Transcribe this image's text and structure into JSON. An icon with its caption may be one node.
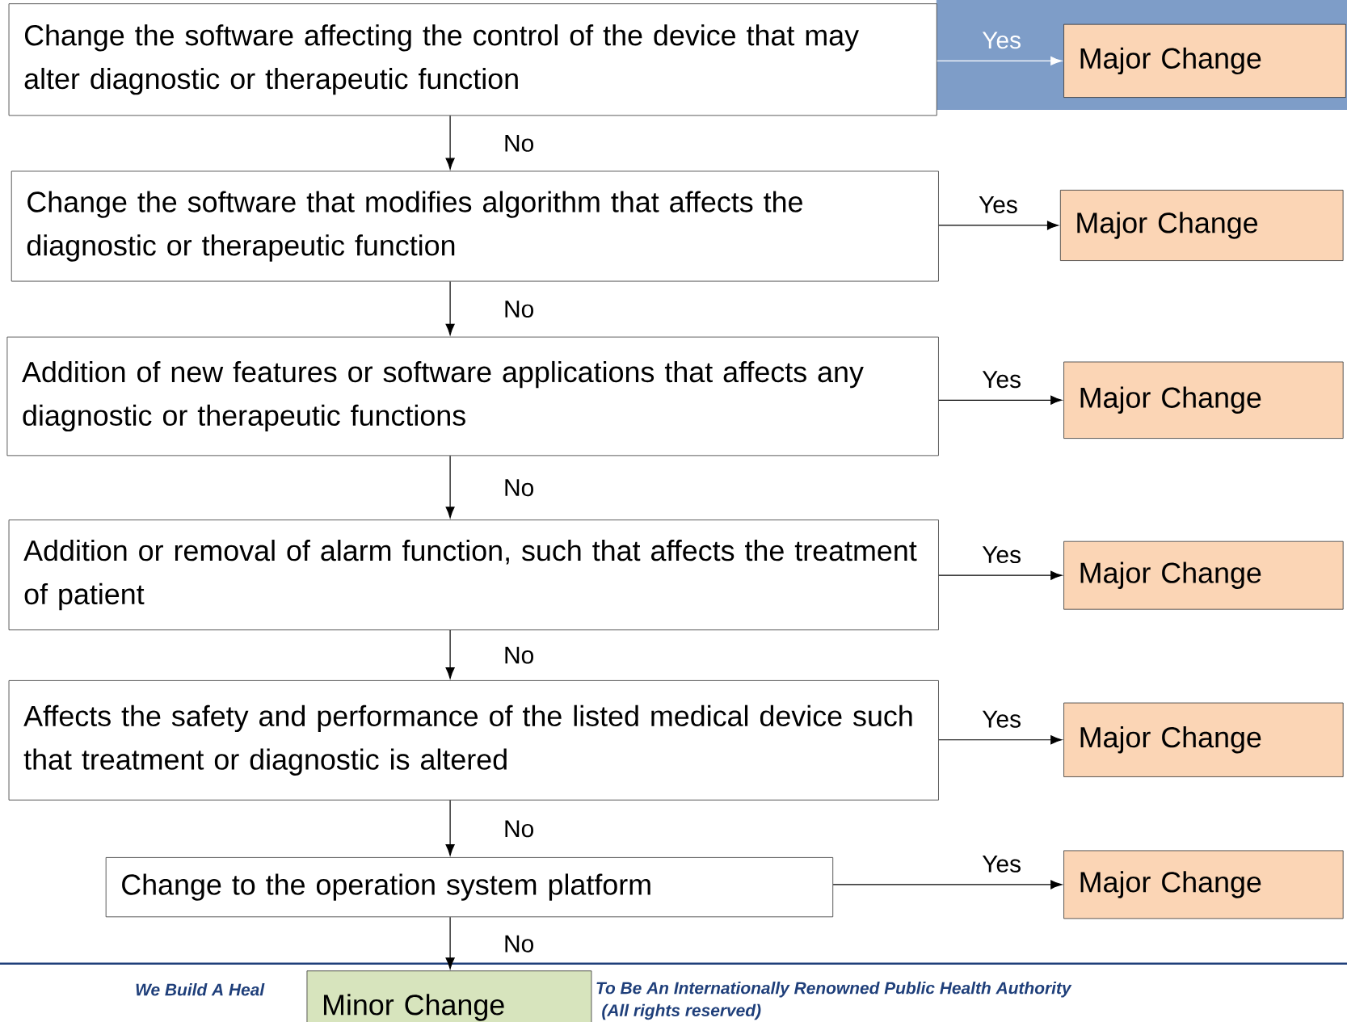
{
  "diagram": {
    "nodes": [
      {
        "text": [
          "Change the software affecting the control of the device that may alter diagnostic or therapeutic function"
        ]
      },
      {
        "text": [
          "Major Change"
        ]
      },
      {
        "text": [
          "Change the software that modifies algorithm that affects the diagnostic or therapeutic function"
        ]
      },
      {
        "text": [
          "Major Change"
        ]
      },
      {
        "text": [
          "Addition of new features or software applications that affects any diagnostic or therapeutic functions"
        ]
      },
      {
        "text": [
          "Major Change"
        ]
      },
      {
        "text": [
          "Addition or removal of alarm function, such that affects the treatment of patient"
        ]
      },
      {
        "text": [
          "Major Change"
        ]
      },
      {
        "text": [
          "Affects the safety and performance of the listed medical device such that treatment or diagnostic is altered"
        ]
      },
      {
        "text": [
          "Major Change"
        ]
      },
      {
        "text": [
          "Change to the operation system platform"
        ]
      },
      {
        "text": [
          "Major Change"
        ]
      },
      {
        "text": [
          "Minor Change"
        ]
      }
    ],
    "edges": [
      {
        "from": 0,
        "to": 1,
        "arrow": "to",
        "label": "Yes",
        "color": "#ffffff"
      },
      {
        "from": 0,
        "to": 2,
        "arrow": "to",
        "label": "No"
      },
      {
        "from": 2,
        "to": 3,
        "arrow": "to",
        "label": "Yes"
      },
      {
        "from": 2,
        "to": 4,
        "arrow": "to",
        "label": "No"
      },
      {
        "from": 4,
        "to": 5,
        "arrow": "to",
        "label": "Yes"
      },
      {
        "from": 4,
        "to": 6,
        "arrow": "to",
        "label": "No"
      },
      {
        "from": 6,
        "to": 7,
        "arrow": "to",
        "label": "Yes"
      },
      {
        "from": 6,
        "to": 8,
        "arrow": "to",
        "label": "No"
      },
      {
        "from": 8,
        "to": 9,
        "arrow": "to",
        "label": "Yes"
      },
      {
        "from": 8,
        "to": 10,
        "arrow": "to",
        "label": "No"
      },
      {
        "from": 10,
        "to": 11,
        "arrow": "to",
        "label": "Yes"
      },
      {
        "from": 10,
        "to": 12,
        "arrow": "to",
        "label": "No"
      }
    ],
    "labels": [
      "We Build A Heal",
      "To Be An Internationally Renowned Public Health Authority",
      "(All rights reserved)"
    ]
  }
}
